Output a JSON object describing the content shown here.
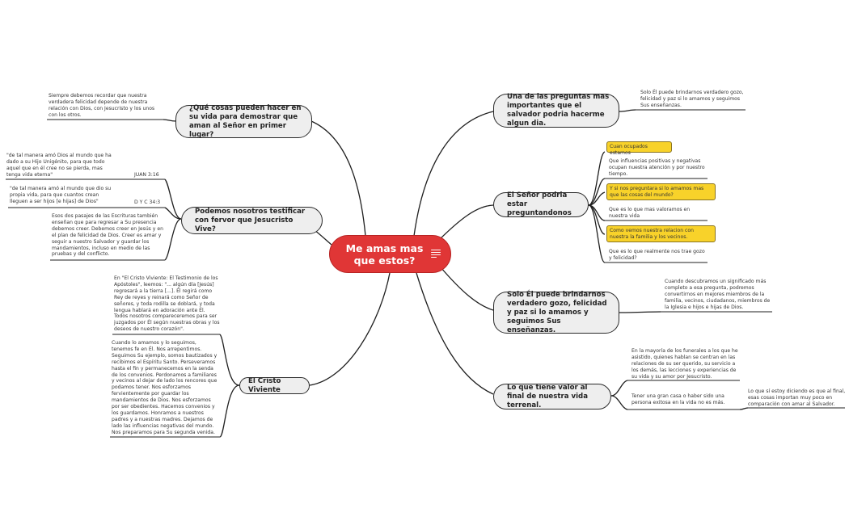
{
  "central": {
    "title": "Me amas mas que estos?",
    "icon": "notes-icon"
  },
  "left": {
    "q_cosas": {
      "label": "¿Qué cosas pueden hacer en su vida para demostrar que aman al Señor en primer lugar?",
      "note": "Siempre debemos recordar que nuestra verdadera felicidad depende de nuestra relación con Dios, con Jesucristo y los unos con los otros."
    },
    "testificar": {
      "label": "Podemos nosotros testificar con fervor que Jesucristo Vive?",
      "quote1": "\"de tal manera amó Dios al mundo que ha dado a su Hijo Unigénito, para que todo aquel que en él cree no se pierda, mas tenga vida eterna\"",
      "ref1": "JUAN 3:16",
      "quote2": "\"de tal manera amó al mundo que dio su propia vida, para que cuantos crean lleguen a ser hijos [e hijas] de Dios\"",
      "ref2": "D Y C 34:3",
      "note": "Esos dos pasajes de las Escrituras también enseñan que para regresar a Su presencia debemos creer. Debemos creer en Jesús y en el plan de felicidad de Dios. Creer es amar y seguir a nuestro Salvador y guardar los mandamientos, incluso en medio de las pruebas y del conflicto."
    },
    "cristo": {
      "label": "El Cristo Viviente",
      "note1": "En \"El Cristo Viviente: El Testimonio de los Apóstoles\", leemos: \"... algún día [Jesús] regresará a la tierra [...]. Él regirá como Rey de reyes y reinará como Señor de señores, y toda rodilla se doblará, y toda lengua hablará en adoración ante Él. Todos nosotros compareceremos para ser juzgados por Él según nuestras obras y los deseos de nuestro corazón\".",
      "note2": "Cuando lo amamos y lo seguimos, tenemos fe en Él. Nos arrepentimos. Seguimos Su ejemplo, somos bautizados y recibimos el Espíritu Santo. Perseveramos hasta el fin y permanecemos en la senda de los convenios. Perdonamos a familiares y vecinos al dejar de lado los rencores que podamos tener. Nos esforzamos fervientemente por guardar los mandamientos de Dios. Nos esforzamos por ser obedientes. Hacemos convenios y los guardamos. Honramos a nuestros padres y a nuestras madres. Dejamos de lado las influencias negativas del mundo. Nos preparamos para Su segunda venida."
    }
  },
  "right": {
    "pregunta": {
      "label": "Una de las preguntas mas importantes que el salvador podria hacerme algun dia.",
      "note": "Solo Él puede brindarnos verdadero gozo, felicidad y paz si lo amamos y seguimos Sus enseñanzas."
    },
    "senor": {
      "label": "El Señor podria estar preguntandonos",
      "items": [
        {
          "tag": "Cuan ocupados estamos",
          "detail": "Que influencias positivas y negativas ocupan nuestra atención y por nuestro tiempo."
        },
        {
          "tag": "Y si nos preguntara si lo amamos mas que las cosas del mundo?",
          "detail": "Que es lo que mas valoramos en nuestra vida"
        },
        {
          "tag": "Como vemos nuestra relacion con nuestra la familia y los vecinos.",
          "detail": "Que es lo que realmente nos trae gozo y felicidad?"
        }
      ]
    },
    "solo": {
      "label": "Solo Él puede brindarnos verdadero gozo, felicidad y paz si lo amamos y seguimos Sus enseñanzas.",
      "note": "Cuando descubramos un significado más completo a esa pregunta, podremos convertirnos en mejores miembros de la familia, vecinos, ciudadanos, miembros de la Iglesia e hijos e hijas de Dios."
    },
    "valor": {
      "label": "Lo que tiene valor al final de nuestra vida terrenal.",
      "note1": "En la mayoría de los funerales a los que he asistido, quienes hablan se centran en las relaciones de su ser querido, su servicio a los demás, las lecciones y experiencias de su vida y su amor por Jesucristo.",
      "note2": "Tener una gran casa o haber sido una persona exitosa en la vida no es más.",
      "note3": "Lo que sí estoy diciendo es que al final, esas cosas importan muy poco en comparación con amar al Salvador."
    }
  },
  "colors": {
    "central": "#e03636",
    "topic_fill": "#eeeeee",
    "highlight": "#f8d22a",
    "line": "#1f1f1f"
  }
}
